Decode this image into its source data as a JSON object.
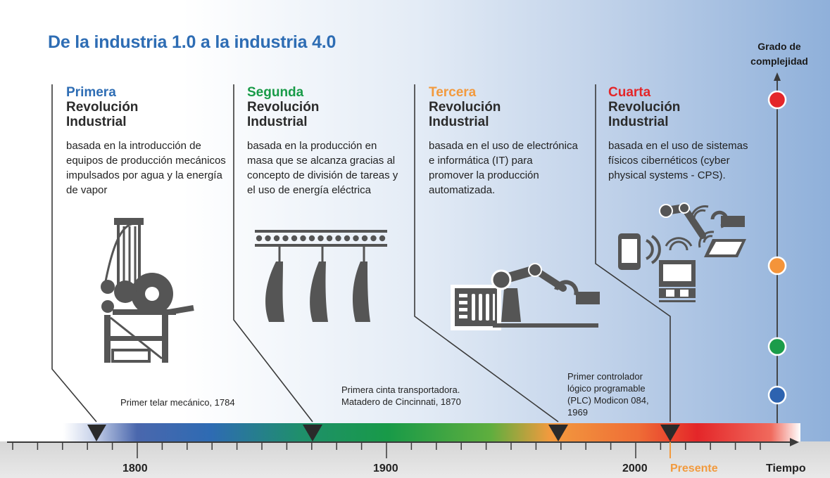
{
  "title": "De la industria 1.0  a la industria 4.0",
  "axis": {
    "y_title": "Grado de complejidad",
    "x_title": "Tiempo",
    "ticks": [
      "1800",
      "1900",
      "2000"
    ],
    "present_label": "Presente"
  },
  "revolutions": [
    {
      "ordinal": "Primera",
      "name_line1": "Revolución",
      "name_line2": "Industrial",
      "color": "#2e6db4",
      "description": "basada en la introducción de equipos de producción mecánicos impulsados por agua y la energía de vapor",
      "icon": "mechanical-loom-icon",
      "level_color": "#2d63b0"
    },
    {
      "ordinal": "Segunda",
      "name_line1": "Revolución",
      "name_line2": "Industrial",
      "color": "#199b48",
      "description": "basada en la producción en masa que se alcanza gracias al concepto de  división de tareas y el uso de energía eléctrica",
      "icon": "conveyor-belt-icon",
      "level_color": "#1b9c4a"
    },
    {
      "ordinal": "Tercera",
      "name_line1": "Revolución",
      "name_line2": "Industrial",
      "color": "#f29a3e",
      "description": "basada en el uso de electrónica e informática (IT) para promover la producción automatizada.",
      "icon": "robot-arm-icon",
      "level_color": "#f4943a"
    },
    {
      "ordinal": "Cuarta",
      "name_line1": "Revolución",
      "name_line2": "Industrial",
      "color": "#e42629",
      "description": "basada en el uso de sistemas físicos cibernéticos (cyber physical systems - CPS).",
      "icon": "cyber-physical-systems-icon",
      "level_color": "#e42629"
    }
  ],
  "events": [
    {
      "text": "Primer telar mecánico, 1784"
    },
    {
      "text": "Primera cinta transportadora.\nMatadero de Cincinnati, 1870"
    },
    {
      "text": "Primer controlador\nlógico programable\n(PLC) Modicon 084,\n1969"
    }
  ]
}
